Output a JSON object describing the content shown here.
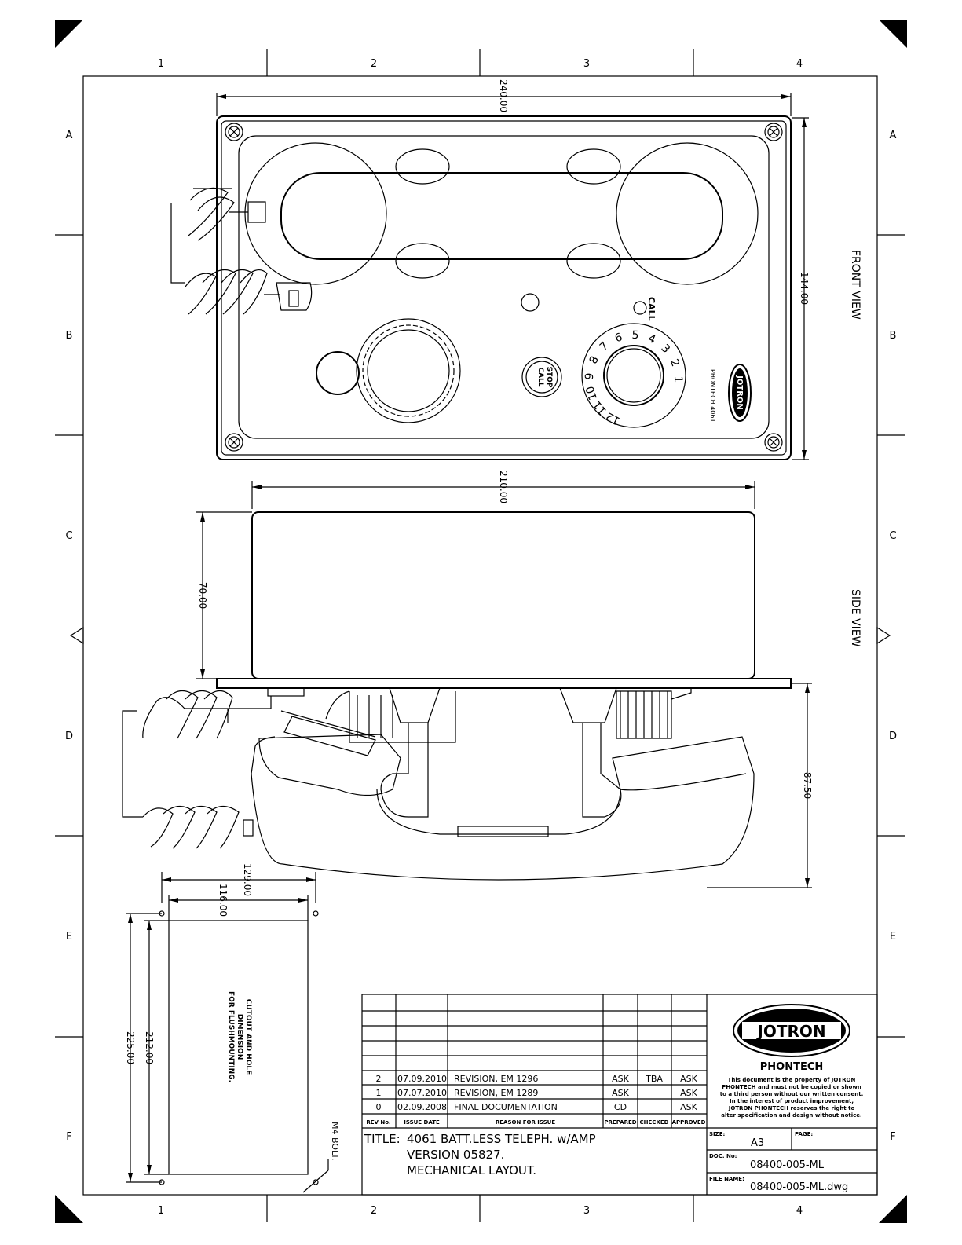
{
  "grid": {
    "columns": [
      "1",
      "2",
      "3",
      "4"
    ],
    "rows": [
      "A",
      "B",
      "C",
      "D",
      "E",
      "F"
    ]
  },
  "views": {
    "front": "FRONT VIEW",
    "side": "SIDE VIEW"
  },
  "dimensions": {
    "front_width": "240.00",
    "front_height": "144.00",
    "side_width": "210.00",
    "side_height": "70.00",
    "side_depth": "87.50",
    "cutout_outer_w": "129.00",
    "cutout_inner_w": "116.00",
    "cutout_outer_h": "225.00",
    "cutout_inner_h": "212.00"
  },
  "phone": {
    "call_label": "CALL",
    "call_stop_1": "CALL",
    "call_stop_2": "STOP",
    "dial_numbers": [
      "1",
      "2",
      "3",
      "4",
      "5",
      "6",
      "7",
      "8",
      "9",
      "10",
      "11",
      "12"
    ],
    "side_text": "PHONTECH 4061",
    "badge": "JOTRON"
  },
  "cutout": {
    "line1": "CUTOUT AND HOLE",
    "line2": "DIMENSION",
    "line3": "FOR FLUSHMOUNTING.",
    "bolt": "M4 BOLT."
  },
  "title_block": {
    "revisions": [
      {
        "rev": "2",
        "date": "07.09.2010",
        "reason": "REVISION, EM 1296",
        "prepared": "ASK",
        "checked": "TBA",
        "approved": "ASK"
      },
      {
        "rev": "1",
        "date": "07.07.2010",
        "reason": "REVISION, EM 1289",
        "prepared": "ASK",
        "checked": "",
        "approved": "ASK"
      },
      {
        "rev": "0",
        "date": "02.09.2008",
        "reason": "FINAL DOCUMENTATION",
        "prepared": "CD",
        "checked": "",
        "approved": "ASK"
      }
    ],
    "headers": {
      "rev": "REV No.",
      "date": "ISSUE DATE",
      "reason": "REASON FOR ISSUE",
      "prepared": "PREPARED",
      "checked": "CHECKED",
      "approved": "APPROVED"
    },
    "title_label": "TITLE:",
    "title_line1": "4061 BATT.LESS TELEPH. w/AMP",
    "title_line2": "VERSION 05827.",
    "title_line3": "MECHANICAL LAYOUT.",
    "logo": "JOTRON",
    "logo_sub": "PHONTECH",
    "notice": [
      "This document is the property of JOTRON",
      "PHONTECH and must not be copied or shown",
      "to a third person without our written consent.",
      "In the interest of product improvement,",
      "JOTRON PHONTECH reserves the right to",
      "alter specification and design without notice."
    ],
    "size_label": "SIZE:",
    "size_value": "A3",
    "page_label": "PAGE:",
    "doc_label": "DOC. No:",
    "doc_value": "08400-005-ML",
    "file_label": "FILE NAME:",
    "file_value": "08400-005-ML.dwg"
  }
}
